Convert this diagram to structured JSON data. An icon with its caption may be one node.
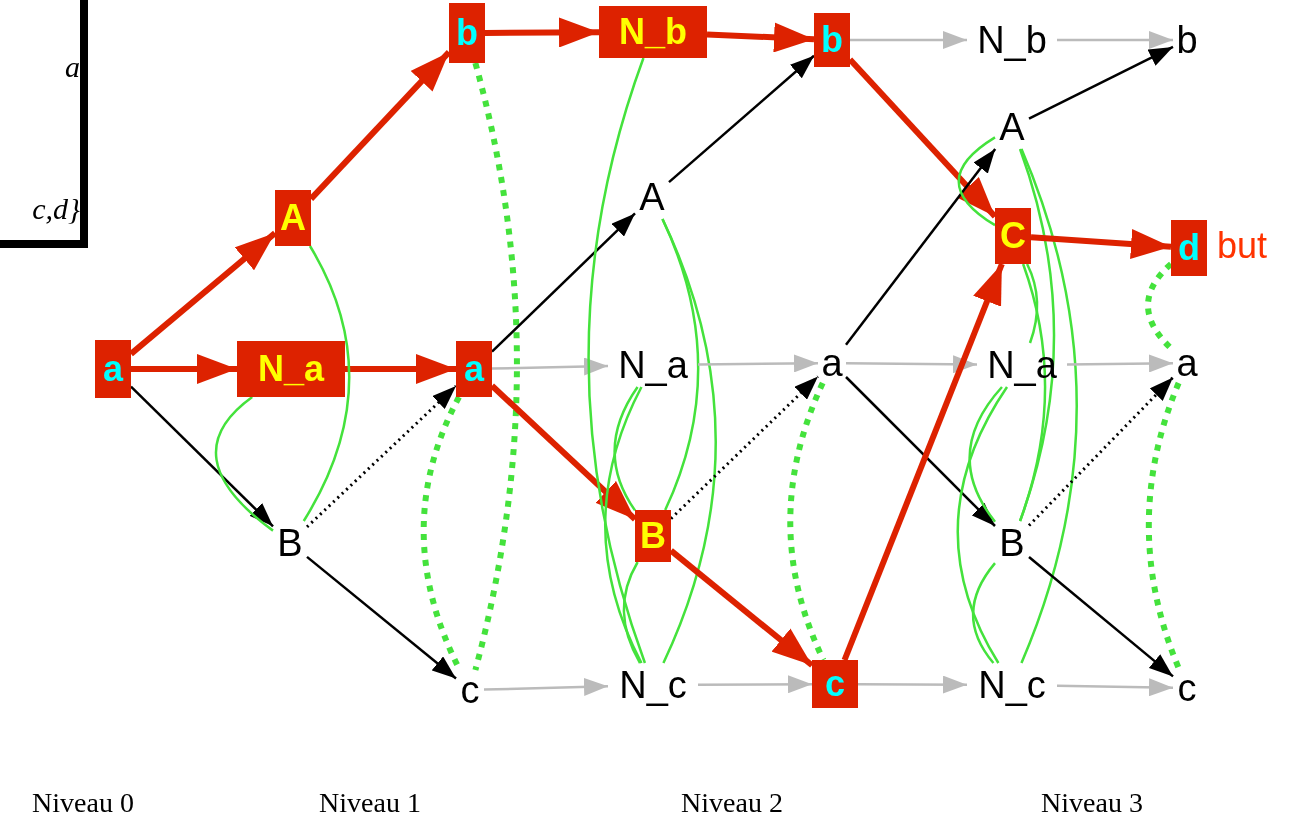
{
  "diagram": {
    "nodes": [
      {
        "text": [
          "a"
        ]
      },
      {
        "text": [
          "A"
        ]
      },
      {
        "text": [
          "N_a"
        ]
      },
      {
        "text": [
          "B"
        ]
      },
      {
        "text": [
          "b"
        ]
      },
      {
        "text": [
          "a"
        ]
      },
      {
        "text": [
          "c"
        ]
      },
      {
        "text": [
          "N_b"
        ]
      },
      {
        "text": [
          "A"
        ]
      },
      {
        "text": [
          "N_a"
        ]
      },
      {
        "text": [
          "B"
        ]
      },
      {
        "text": [
          "N_c"
        ]
      },
      {
        "text": [
          "b"
        ]
      },
      {
        "text": [
          "a"
        ]
      },
      {
        "text": [
          "c"
        ]
      },
      {
        "text": [
          "N_b"
        ]
      },
      {
        "text": [
          "A"
        ]
      },
      {
        "text": [
          "C"
        ]
      },
      {
        "text": [
          "N_a"
        ]
      },
      {
        "text": [
          "B"
        ]
      },
      {
        "text": [
          "N_c"
        ]
      },
      {
        "text": [
          "b"
        ]
      },
      {
        "text": [
          "d"
        ],
        "beside": [
          "but"
        ]
      },
      {
        "text": [
          "a"
        ]
      },
      {
        "text": [
          "c"
        ]
      }
    ],
    "edges": [
      {
        "from": 0,
        "to": 1,
        "arrow": "to",
        "style": "thick",
        "color": "#dd2200"
      },
      {
        "from": 0,
        "to": 2,
        "arrow": "to",
        "style": "thick",
        "color": "#dd2200"
      },
      {
        "from": 0,
        "to": 3,
        "arrow": "to",
        "color": "#000000"
      },
      {
        "from": 1,
        "to": 4,
        "arrow": "to",
        "style": "thick",
        "color": "#dd2200"
      },
      {
        "from": 2,
        "to": 5,
        "arrow": "to",
        "style": "thick",
        "color": "#dd2200"
      },
      {
        "from": 3,
        "to": 5,
        "arrow": "to",
        "style": "dashed",
        "color": "#000000"
      },
      {
        "from": 3,
        "to": 6,
        "arrow": "to",
        "color": "#000000"
      },
      {
        "from": 1,
        "to": 3,
        "arrow": "none",
        "color": "#44e23c"
      },
      {
        "from": 2,
        "to": 3,
        "arrow": "none",
        "color": "#44e23c"
      },
      {
        "from": 4,
        "to": 6,
        "arrow": "none",
        "style": "dashed",
        "color": "#44e23c"
      },
      {
        "from": 5,
        "to": 6,
        "arrow": "none",
        "style": "dashed",
        "color": "#44e23c"
      },
      {
        "from": 4,
        "to": 7,
        "arrow": "to",
        "style": "thick",
        "color": "#dd2200"
      },
      {
        "from": 5,
        "to": 8,
        "arrow": "to",
        "color": "#000000"
      },
      {
        "from": 5,
        "to": 9,
        "arrow": "to",
        "color": "#bbbbbb"
      },
      {
        "from": 5,
        "to": 10,
        "arrow": "to",
        "style": "thick",
        "color": "#dd2200"
      },
      {
        "from": 6,
        "to": 11,
        "arrow": "to",
        "color": "#bbbbbb"
      },
      {
        "from": 7,
        "to": 11,
        "arrow": "none",
        "color": "#44e23c"
      },
      {
        "from": 8,
        "to": 10,
        "arrow": "none",
        "color": "#44e23c"
      },
      {
        "from": 8,
        "to": 11,
        "arrow": "none",
        "color": "#44e23c"
      },
      {
        "from": 9,
        "to": 10,
        "arrow": "none",
        "color": "#44e23c"
      },
      {
        "from": 9,
        "to": 11,
        "arrow": "none",
        "color": "#44e23c"
      },
      {
        "from": 10,
        "to": 11,
        "arrow": "none",
        "color": "#44e23c"
      },
      {
        "from": 7,
        "to": 12,
        "arrow": "to",
        "style": "thick",
        "color": "#dd2200"
      },
      {
        "from": 8,
        "to": 12,
        "arrow": "to",
        "color": "#000000"
      },
      {
        "from": 9,
        "to": 13,
        "arrow": "to",
        "color": "#bbbbbb"
      },
      {
        "from": 10,
        "to": 13,
        "arrow": "to",
        "style": "dashed",
        "color": "#000000"
      },
      {
        "from": 10,
        "to": 14,
        "arrow": "to",
        "style": "thick",
        "color": "#dd2200"
      },
      {
        "from": 11,
        "to": 14,
        "arrow": "to",
        "color": "#bbbbbb"
      },
      {
        "from": 13,
        "to": 14,
        "arrow": "none",
        "style": "dashed",
        "color": "#44e23c"
      },
      {
        "from": 12,
        "to": 15,
        "arrow": "to",
        "color": "#bbbbbb"
      },
      {
        "from": 12,
        "to": 17,
        "arrow": "to",
        "style": "thick",
        "color": "#dd2200"
      },
      {
        "from": 13,
        "to": 16,
        "arrow": "to",
        "color": "#000000"
      },
      {
        "from": 13,
        "to": 18,
        "arrow": "to",
        "color": "#bbbbbb"
      },
      {
        "from": 13,
        "to": 19,
        "arrow": "to",
        "color": "#000000"
      },
      {
        "from": 14,
        "to": 17,
        "arrow": "to",
        "style": "thick",
        "color": "#dd2200"
      },
      {
        "from": 14,
        "to": 20,
        "arrow": "to",
        "color": "#bbbbbb"
      },
      {
        "from": 16,
        "to": 17,
        "arrow": "none",
        "color": "#44e23c"
      },
      {
        "from": 16,
        "to": 19,
        "arrow": "none",
        "color": "#44e23c"
      },
      {
        "from": 16,
        "to": 20,
        "arrow": "none",
        "color": "#44e23c"
      },
      {
        "from": 17,
        "to": 18,
        "arrow": "none",
        "color": "#44e23c"
      },
      {
        "from": 17,
        "to": 19,
        "arrow": "none",
        "color": "#44e23c"
      },
      {
        "from": 18,
        "to": 19,
        "arrow": "none",
        "color": "#44e23c"
      },
      {
        "from": 18,
        "to": 20,
        "arrow": "none",
        "color": "#44e23c"
      },
      {
        "from": 19,
        "to": 20,
        "arrow": "none",
        "color": "#44e23c"
      },
      {
        "from": 15,
        "to": 21,
        "arrow": "to",
        "color": "#bbbbbb"
      },
      {
        "from": 16,
        "to": 21,
        "arrow": "to",
        "color": "#000000"
      },
      {
        "from": 17,
        "to": 22,
        "arrow": "to",
        "style": "thick",
        "color": "#dd2200"
      },
      {
        "from": 18,
        "to": 23,
        "arrow": "to",
        "color": "#bbbbbb"
      },
      {
        "from": 19,
        "to": 23,
        "arrow": "to",
        "style": "dashed",
        "color": "#000000"
      },
      {
        "from": 19,
        "to": 24,
        "arrow": "to",
        "color": "#000000"
      },
      {
        "from": 20,
        "to": 24,
        "arrow": "to",
        "color": "#bbbbbb"
      },
      {
        "from": 22,
        "to": 23,
        "arrow": "none",
        "style": "dashed",
        "color": "#44e23c"
      },
      {
        "from": 23,
        "to": 24,
        "arrow": "none",
        "style": "dashed",
        "color": "#44e23c"
      }
    ],
    "labels": [
      "a",
      "c,d}",
      "Niveau 0",
      "Niveau 1",
      "Niveau 2",
      "Niveau 3"
    ]
  }
}
